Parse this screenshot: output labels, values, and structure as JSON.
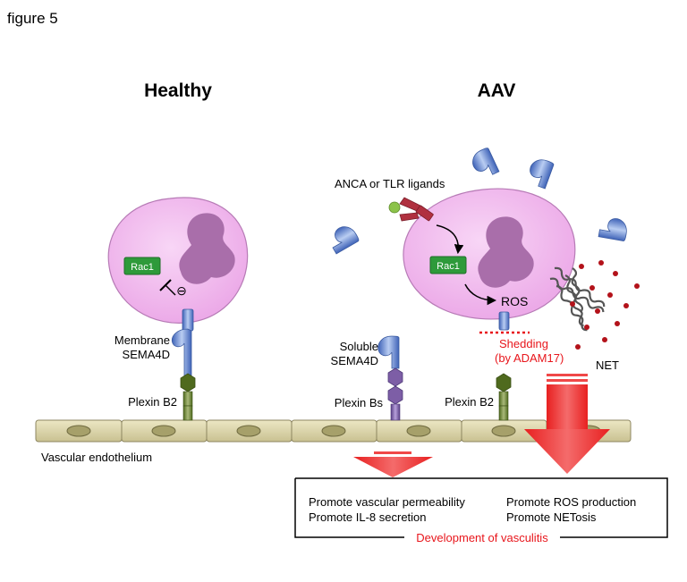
{
  "figure_label": "figure 5",
  "panels": {
    "healthy": "Healthy",
    "aav": "AAV"
  },
  "labels": {
    "rac1_healthy": "Rac1",
    "rac1_aav": "Rac1",
    "membrane_sema4d_line1": "Membrane",
    "membrane_sema4d_line2": "SEMA4D",
    "plexin_b2_healthy": "Plexin B2",
    "soluble_sema4d_line1": "Soluble",
    "soluble_sema4d_line2": "SEMA4D",
    "plexin_bs": "Plexin Bs",
    "plexin_b2_aav": "Plexin B2",
    "anca_tlr": "ANCA or TLR ligands",
    "ros": "ROS",
    "shedding_line1": "Shedding",
    "shedding_line2": "(by ADAM17)",
    "net": "NET",
    "inhibit_symbol": "⊖",
    "vascular_endothelium": "Vascular endothelium"
  },
  "outcome_box": {
    "left_line1": "Promote vascular permeability",
    "left_line2": "Promote IL-8 secretion",
    "right_line1": "Promote ROS production",
    "right_line2": "Promote NETosis",
    "conclusion": "Development of vasculitis"
  },
  "colors": {
    "cell_fill": "#f3bff0",
    "nucleus": "#a96eaa",
    "rac1": "#2e9a3a",
    "sema4d_blue": "#6f92d6",
    "plexin_green": "#6e7f3a",
    "plexin_purple": "#7d5ea6",
    "endothelium": "#d9d3a8",
    "highlight_red": "#e8161c",
    "arrow_red": "#f04848"
  }
}
